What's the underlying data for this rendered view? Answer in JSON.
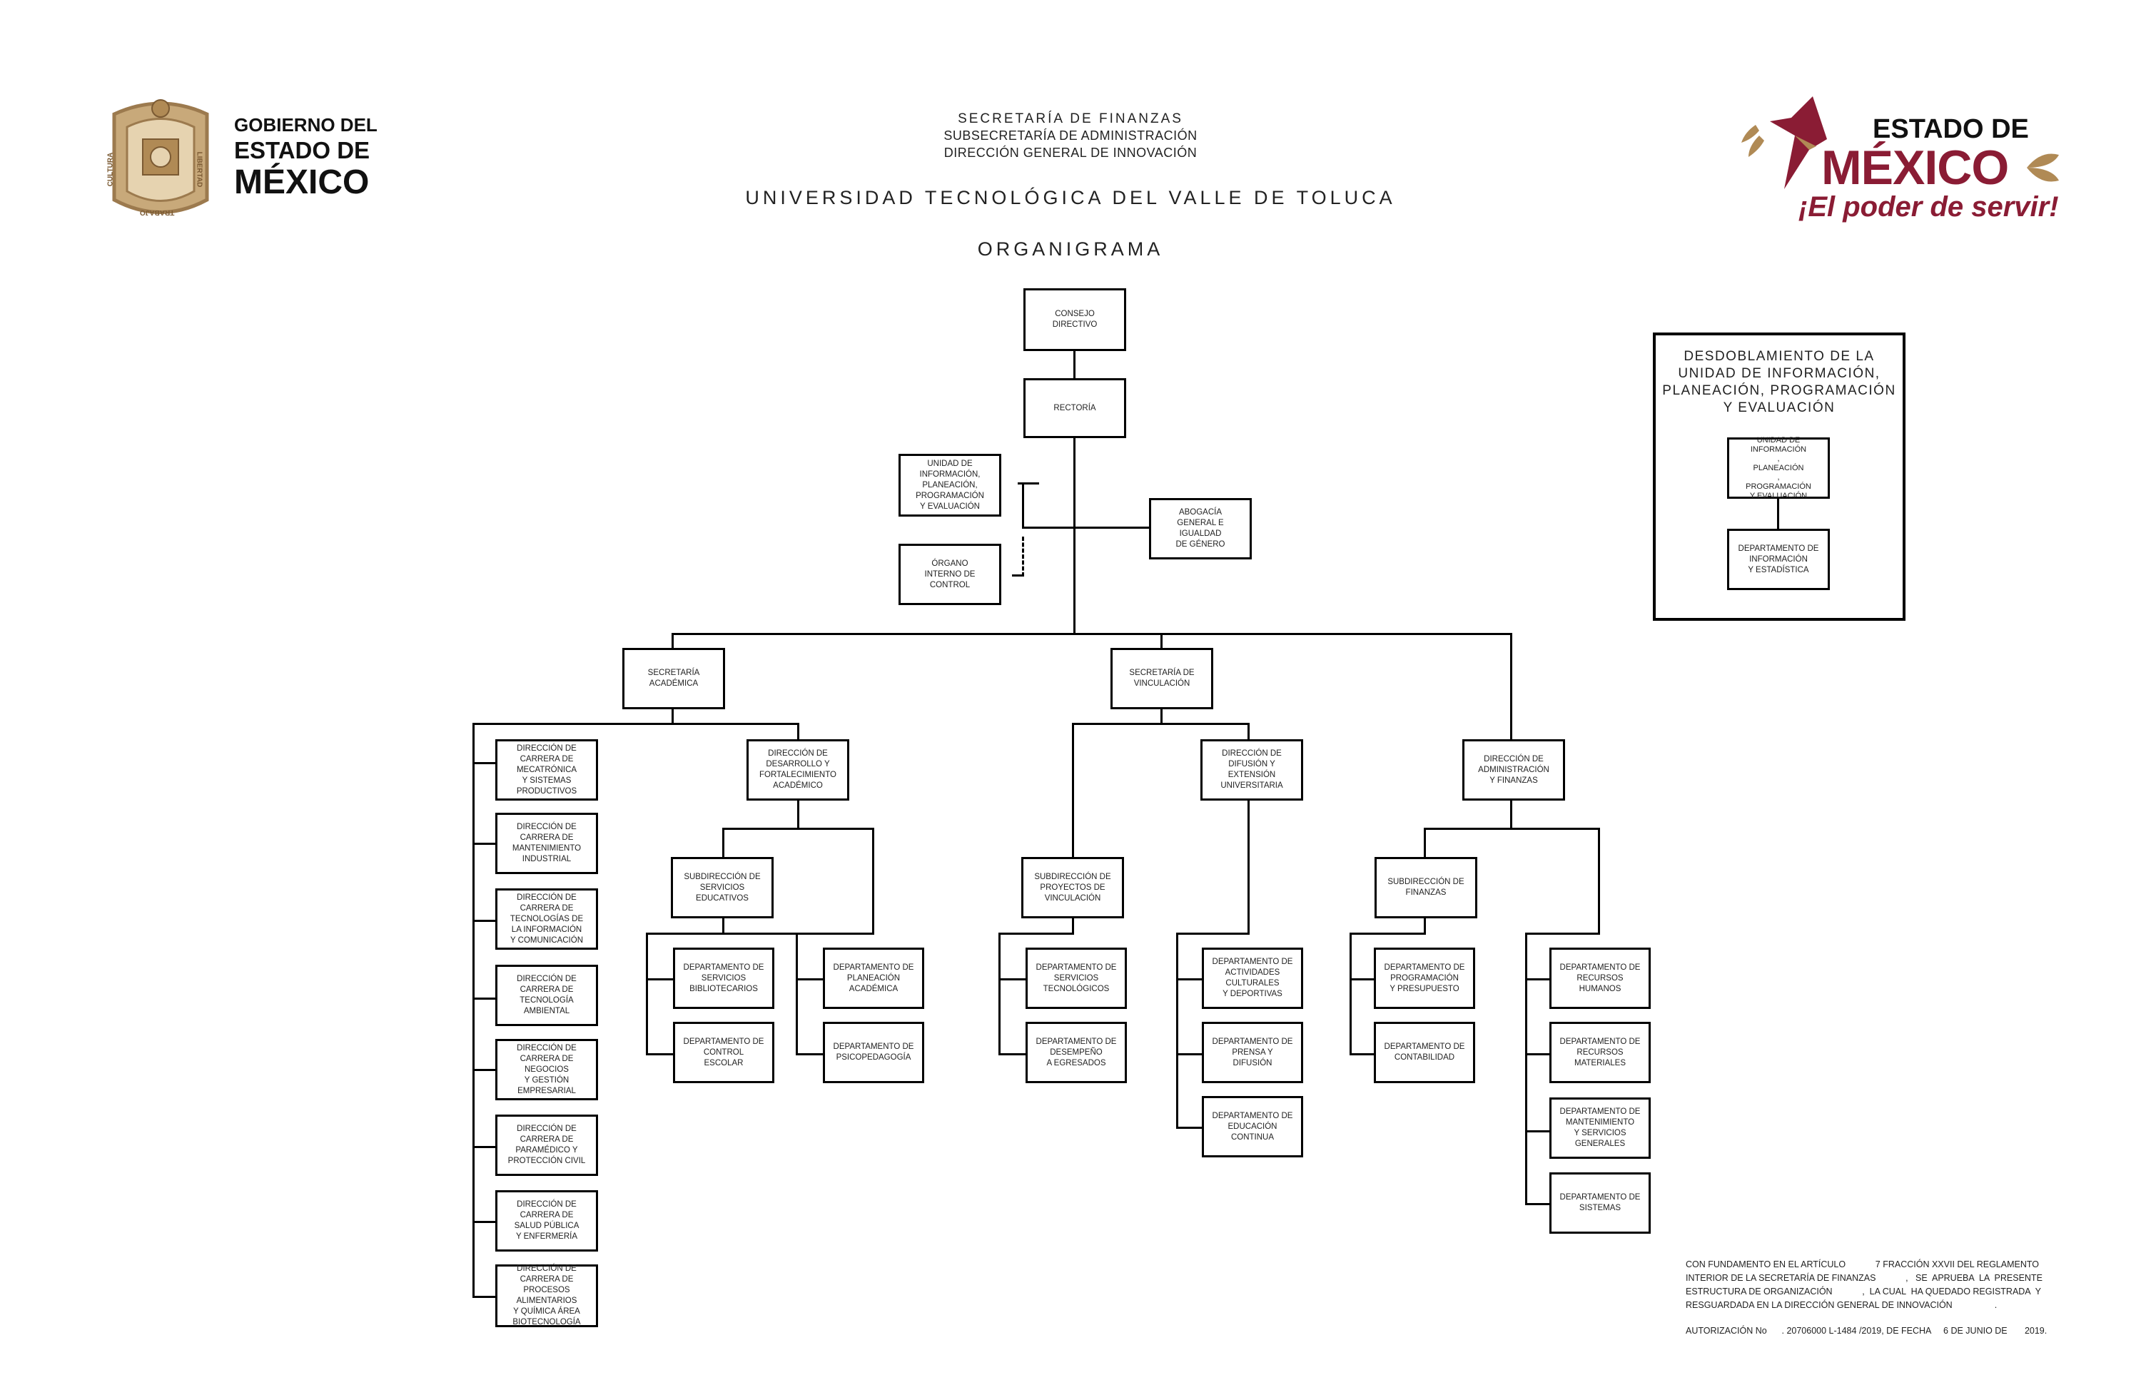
{
  "header": {
    "line1": "SECRETARÍA DE FINANZAS",
    "line2": "SUBSECRETARÍA DE ADMINISTRACIÓN",
    "line3": "DIRECCIÓN GENERAL DE INNOVACIÓN",
    "university": "UNIVERSIDAD TECNOLÓGICA DEL VALLE DE TOLUCA",
    "title": "ORGANIGRAMA"
  },
  "logo_left": {
    "line1": "GOBIERNO DEL",
    "line2": "ESTADO DE",
    "line3": "MÉXICO",
    "seal_words": [
      "CULTURA",
      "LIBERTAD",
      "TRABAJO"
    ]
  },
  "logo_right": {
    "line1": "ESTADO DE",
    "line2": "MÉXICO",
    "slogan": "¡El poder de servir!"
  },
  "colors": {
    "maroon": "#8a1c34",
    "gold": "#b08a55",
    "seal_brown": "#9c7a4e"
  },
  "boxes": {
    "consejo": "CONSEJO\nDIRECTIVO",
    "rectoria": "RECTORÍA",
    "uippe": "UNIDAD DE\nINFORMACIÓN,\nPLANEACIÓN,\nPROGRAMACIÓN\nY EVALUACIÓN",
    "organo": "ÓRGANO\nINTERNO DE\nCONTROL",
    "abogacia": "ABOGACÍA\nGENERAL E\nIGUALDAD\nDE GÉNERO",
    "sec_academica": "SECRETARÍA\nACADÉMICA",
    "sec_vinculacion": "SECRETARÍA DE\nVINCULACIÓN",
    "dir_admin": "DIRECCIÓN DE\nADMINISTRACIÓN\nY FINANZAS",
    "dc_mecatronica": "DIRECCIÓN DE\nCARRERA DE\nMECATRÓNICA\nY SISTEMAS\nPRODUCTIVOS",
    "dc_mantenimiento": "DIRECCIÓN DE\nCARRERA DE\nMANTENIMIENTO\nINDUSTRIAL",
    "dc_tic": "DIRECCIÓN DE\nCARRERA DE\nTECNOLOGÍAS DE\nLA INFORMACIÓN\nY COMUNICACIÓN",
    "dc_ambiental": "DIRECCIÓN DE\nCARRERA DE\nTECNOLOGÍA\nAMBIENTAL",
    "dc_negocios": "DIRECCIÓN DE\nCARRERA DE\nNEGOCIOS\nY GESTIÓN\nEMPRESARIAL",
    "dc_paramedico": "DIRECCIÓN DE\nCARRERA DE\nPARAMÉDICO Y\nPROTECCIÓN CIVIL",
    "dc_salud": "DIRECCIÓN DE\nCARRERA DE\nSALUD PÚBLICA\nY ENFERMERÍA",
    "dc_procesos": "DIRECCIÓN DE\nCARRERA DE\nPROCESOS\nALIMENTARIOS\nY QUÍMICA ÁREA\nBIOTECNOLOGÍA",
    "dir_desarrollo": "DIRECCIÓN DE\nDESARROLLO Y\nFORTALECIMIENTO\nACADÉMICO",
    "sub_serv_educ": "SUBDIRECCIÓN DE\nSERVICIOS\nEDUCATIVOS",
    "depto_bibliotecarios": "DEPARTAMENTO DE\nSERVICIOS\nBIBLIOTECARIOS",
    "depto_control_escolar": "DEPARTAMENTO DE\nCONTROL\nESCOLAR",
    "depto_planeacion_acad": "DEPARTAMENTO DE\nPLANEACIÓN\nACADÉMICA",
    "depto_psicopedagogia": "DEPARTAMENTO DE\nPSICOPEDAGOGÍA",
    "sub_proyectos": "SUBDIRECCIÓN DE\nPROYECTOS DE\nVINCULACIÓN",
    "depto_tecnologicos": "DEPARTAMENTO DE\nSERVICIOS\nTECNOLÓGICOS",
    "depto_egresados": "DEPARTAMENTO DE\nDESEMPEÑO\nA EGRESADOS",
    "dir_difusion": "DIRECCIÓN DE\nDIFUSIÓN Y\nEXTENSIÓN\nUNIVERSITARIA",
    "depto_actividades": "DEPARTAMENTO DE\nACTIVIDADES\nCULTURALES\nY DEPORTIVAS",
    "depto_prensa": "DEPARTAMENTO DE\nPRENSA Y\nDIFUSIÓN",
    "depto_educacion_cont": "DEPARTAMENTO DE\nEDUCACIÓN\nCONTINUA",
    "sub_finanzas": "SUBDIRECCIÓN DE\nFINANZAS",
    "depto_programacion": "DEPARTAMENTO DE\nPROGRAMACIÓN\nY PRESUPUESTO",
    "depto_contabilidad": "DEPARTAMENTO DE\nCONTABILIDAD",
    "depto_rh": "DEPARTAMENTO DE\nRECURSOS\nHUMANOS",
    "depto_rm": "DEPARTAMENTO DE\nRECURSOS\nMATERIALES",
    "depto_mantenimiento": "DEPARTAMENTO DE\nMANTENIMIENTO\nY SERVICIOS\nGENERALES",
    "depto_sistemas": "DEPARTAMENTO DE\nSISTEMAS"
  },
  "side_panel": {
    "title": "DESDOBLAMIENTO DE LA\nUNIDAD DE INFORMACIÓN,\nPLANEACIÓN, PROGRAMACIÓN\nY EVALUACIÓN",
    "box1": "UNIDAD DE\nINFORMACIÓN\n,\nPLANEACIÓN\n,\nPROGRAMACIÓN\nY EVALUACIÓN",
    "box2": "DEPARTAMENTO DE\nINFORMACIÓN\nY ESTADÍSTICA"
  },
  "footer": {
    "line1": "CON FUNDAMENTO EN EL ARTÍCULO            7 FRACCIÓN XXVII DEL REGLAMENTO",
    "line2": "INTERIOR DE LA SECRETARÍA DE FINANZAS            ,   SE  APRUEBA  LA  PRESENTE",
    "line3": "ESTRUCTURA DE ORGANIZACIÓN            ,  LA CUAL  HA QUEDADO REGISTRADA  Y",
    "line4": "RESGUARDADA EN LA DIRECCIÓN GENERAL DE INNOVACIÓN                 .",
    "auth": "AUTORIZACIÓN No      . 20706000 L-1484 /2019, DE FECHA     6 DE JUNIO DE       2019."
  }
}
